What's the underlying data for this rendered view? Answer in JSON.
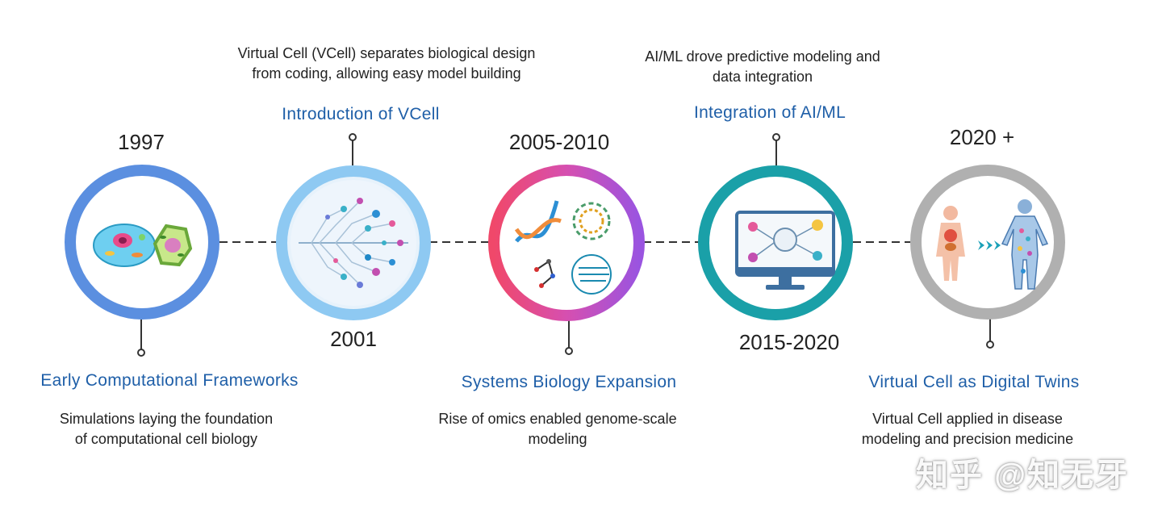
{
  "milestones": [
    {
      "year": "1997",
      "title": "Early Computational Frameworks",
      "desc": [
        "Simulations laying the foundation",
        "of computational cell biology"
      ],
      "color": "#5b8fe0"
    },
    {
      "year": "2001",
      "title": "Introduction of VCell",
      "desc": [
        "Virtual Cell (VCell) separates biological design",
        "from coding, allowing easy model building"
      ],
      "color": "#8ec9f2"
    },
    {
      "year": "2005-2010",
      "title": "Systems Biology Expansion",
      "desc": [
        "Rise of omics enabled genome-scale",
        "modeling"
      ],
      "color": "#e9437a"
    },
    {
      "year": "2015-2020",
      "title": "Integration of AI/ML",
      "desc": [
        "AI/ML drove predictive modeling and",
        "data integration"
      ],
      "color": "#1aa0a8"
    },
    {
      "year": "2020 +",
      "title": "Virtual Cell as Digital Twins",
      "desc": [
        "Virtual Cell applied in disease",
        "modeling and precision medicine"
      ],
      "color": "#b0b0b0"
    }
  ],
  "icons": [
    "cell-icon",
    "neural-network-icon",
    "molecule-icon",
    "computer-icon",
    "human-body-icon"
  ],
  "watermark": "知乎 @知无牙"
}
